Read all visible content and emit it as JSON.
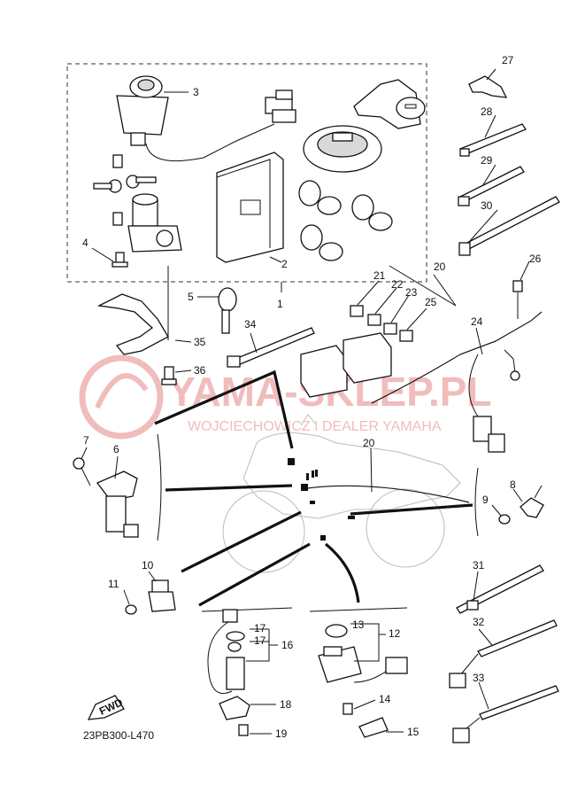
{
  "diagram_code": "23PB300-L470",
  "fwd_label": "FWD",
  "watermark": {
    "title": "YAMA-SKLEP.PL",
    "subtitle": "WOJCIECHOWICZ I DEALER YAMAHA"
  },
  "callouts": {
    "c1": "1",
    "c2": "2",
    "c3": "3",
    "c4": "4",
    "c5": "5",
    "c6": "6",
    "c7": "7",
    "c8": "8",
    "c9": "9",
    "c10": "10",
    "c11": "11",
    "c12": "12",
    "c13": "13",
    "c14": "14",
    "c15": "15",
    "c16": "16",
    "c17a": "17",
    "c17b": "17",
    "c18": "18",
    "c19": "19",
    "c20a": "20",
    "c20b": "20",
    "c21": "21",
    "c22": "22",
    "c23": "23",
    "c24": "24",
    "c25": "25",
    "c26": "26",
    "c27": "27",
    "c28": "28",
    "c29": "29",
    "c30": "30",
    "c31": "31",
    "c32": "32",
    "c33": "33",
    "c34": "34",
    "c35": "35",
    "c36": "36"
  },
  "colors": {
    "line": "#111111",
    "watermark": "#f0bcbc"
  }
}
